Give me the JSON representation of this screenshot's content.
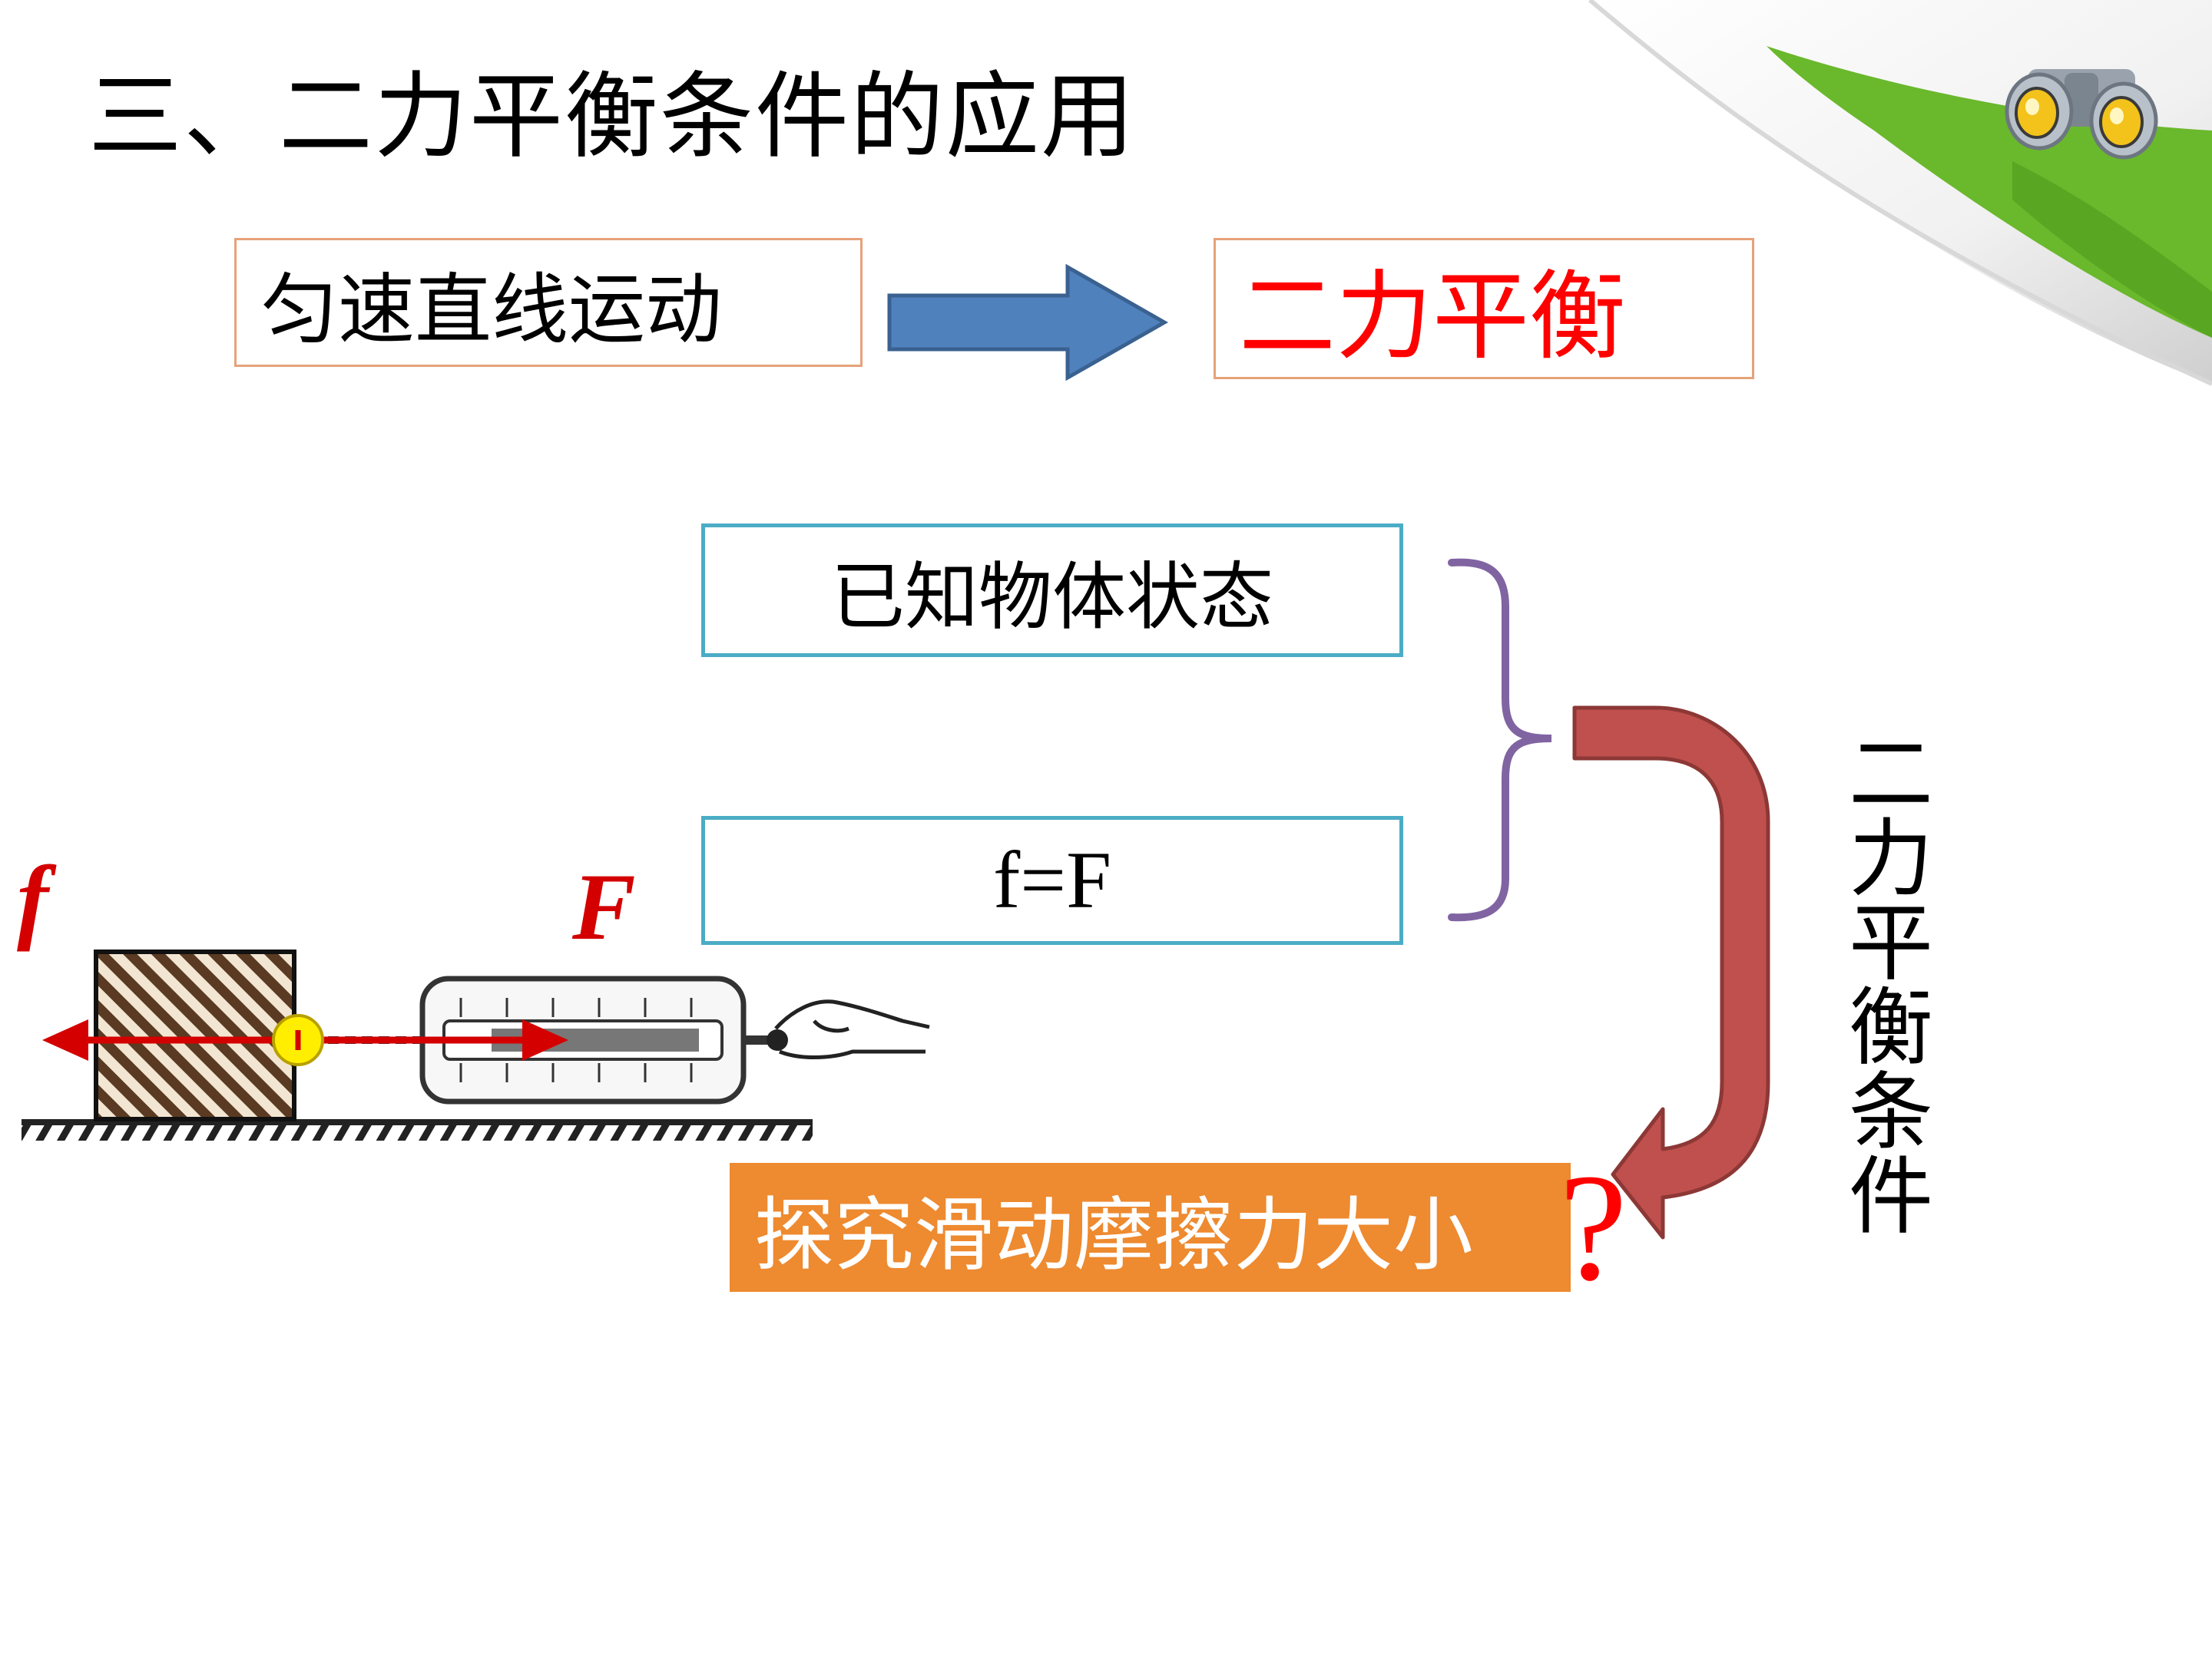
{
  "title": "三、二力平衡条件的应用",
  "boxes": {
    "uniform_motion": "匀速直线运动",
    "two_force_balance": "二力平衡",
    "known_state": "已知物体状态",
    "equation": "f=F",
    "explore_friction": "探究滑动摩擦力大小"
  },
  "question_mark": "?",
  "vertical_label": "二力平衡条件",
  "diagram": {
    "friction_label": "f",
    "pull_label": "F"
  },
  "colors": {
    "balance_text": "#ff0000",
    "box_border_orange": "#e6a27a",
    "box_border_teal": "#4bacc6",
    "explore_fill": "#ee8a2f",
    "right_arrow": "#4f81bd",
    "curved_arrow": "#c0504d",
    "brace": "#8064a2",
    "force_arrows": "#d40000",
    "page_curl_green": "#6ab82c"
  },
  "icons": [
    "binoculars-icon"
  ]
}
